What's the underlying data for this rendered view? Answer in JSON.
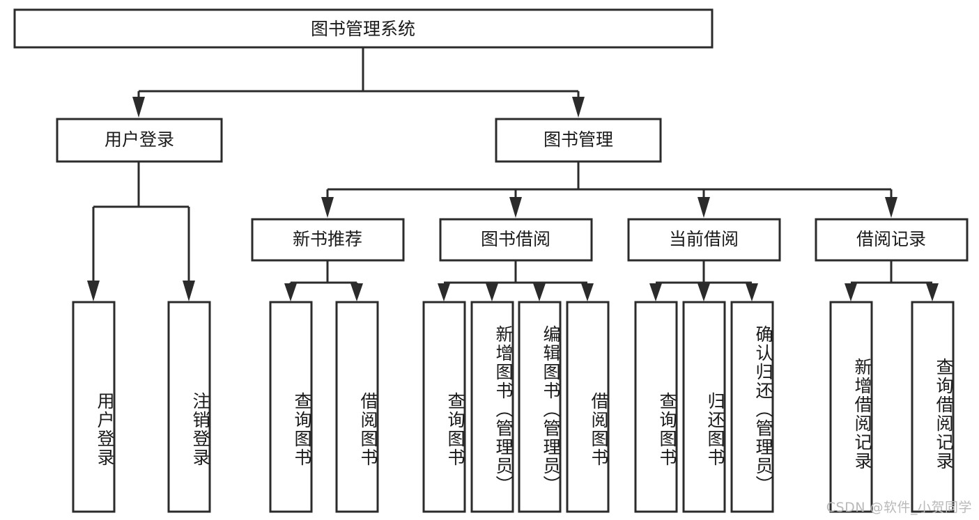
{
  "diagram": {
    "type": "tree",
    "title": "图书管理系统",
    "orientation": "top-down",
    "root": {
      "id": "root",
      "label": "图书管理系统",
      "text_orientation": "horizontal"
    },
    "level2": [
      {
        "id": "user-login",
        "label": "用户登录",
        "text_orientation": "horizontal"
      },
      {
        "id": "book-manage",
        "label": "图书管理",
        "text_orientation": "horizontal"
      }
    ],
    "level3": [
      {
        "id": "new-book-recommend",
        "label": "新书推荐",
        "text_orientation": "horizontal",
        "parent": "book-manage"
      },
      {
        "id": "book-borrow",
        "label": "图书借阅",
        "text_orientation": "horizontal",
        "parent": "book-manage"
      },
      {
        "id": "current-borrow",
        "label": "当前借阅",
        "text_orientation": "horizontal",
        "parent": "book-manage"
      },
      {
        "id": "borrow-record",
        "label": "借阅记录",
        "text_orientation": "horizontal",
        "parent": "book-manage"
      }
    ],
    "leaves": [
      {
        "id": "leaf-user-login",
        "label": "用户登录",
        "text_orientation": "vertical",
        "parent": "user-login"
      },
      {
        "id": "leaf-logout-login",
        "label": "注销登录",
        "text_orientation": "vertical",
        "parent": "user-login"
      },
      {
        "id": "leaf-query-book-1",
        "label": "查询图书",
        "text_orientation": "vertical",
        "parent": "new-book-recommend"
      },
      {
        "id": "leaf-borrow-book-1",
        "label": "借阅图书",
        "text_orientation": "vertical",
        "parent": "new-book-recommend"
      },
      {
        "id": "leaf-query-book-2",
        "label": "查询图书",
        "text_orientation": "vertical",
        "parent": "book-borrow"
      },
      {
        "id": "leaf-add-book",
        "label": "新增图书（管理员）",
        "text_orientation": "vertical",
        "parent": "book-borrow"
      },
      {
        "id": "leaf-edit-book",
        "label": "编辑图书（管理员）",
        "text_orientation": "vertical",
        "parent": "book-borrow"
      },
      {
        "id": "leaf-borrow-book-2",
        "label": "借阅图书",
        "text_orientation": "vertical",
        "parent": "book-borrow"
      },
      {
        "id": "leaf-query-book-3",
        "label": "查询图书",
        "text_orientation": "vertical",
        "parent": "current-borrow"
      },
      {
        "id": "leaf-return-book",
        "label": "归还图书",
        "text_orientation": "vertical",
        "parent": "current-borrow"
      },
      {
        "id": "leaf-confirm-return",
        "label": "确认归还（管理员）",
        "text_orientation": "vertical",
        "parent": "current-borrow"
      },
      {
        "id": "leaf-add-record",
        "label": "新增借阅记录",
        "text_orientation": "vertical",
        "parent": "borrow-record"
      },
      {
        "id": "leaf-query-record",
        "label": "查询借阅记录",
        "text_orientation": "vertical",
        "parent": "borrow-record"
      }
    ],
    "colors": {
      "node_stroke": "#2b2b2b",
      "node_fill": "#ffffff",
      "connector": "#2b2b2b",
      "label_text": "#1a1a1a",
      "background": "#ffffff",
      "watermark_text": "#b9b9b9"
    }
  },
  "watermark": {
    "text": "CSDN @软件_小贺同学"
  }
}
